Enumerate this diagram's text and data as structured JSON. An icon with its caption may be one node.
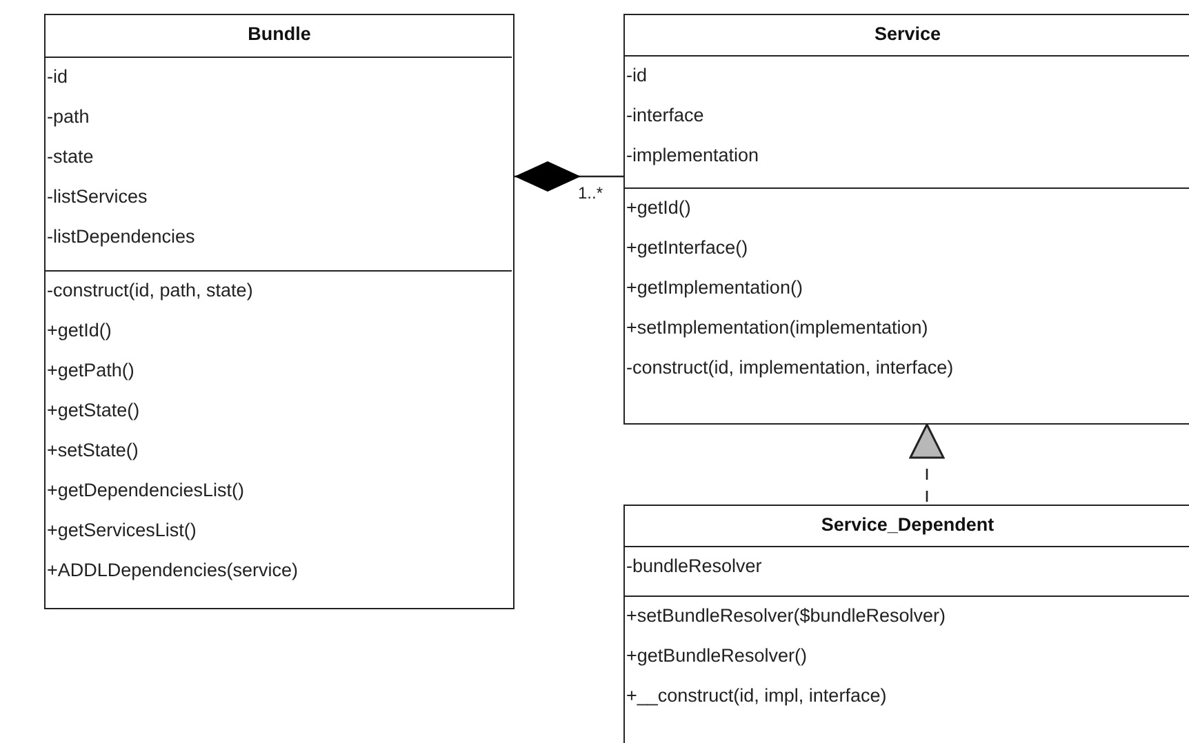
{
  "diagram": {
    "nodes": [
      {
        "text": [
          "Bundle"
        ]
      },
      {
        "text": [
          "-id",
          "-path",
          "-state",
          "-listServices",
          "-listDependencies"
        ],
        "in": 0
      },
      {
        "text": [
          "-construct(id, path, state)",
          "+getId()",
          "+getPath()",
          "+getState()",
          "+setState()",
          "+getDependenciesList()",
          "+getServicesList()",
          "+ADDLDependencies(service)"
        ],
        "in": 0
      },
      {
        "text": [
          "Service"
        ]
      },
      {
        "text": [
          "-id",
          "-interface",
          "-implementation"
        ],
        "in": 3
      },
      {
        "text": [
          "+getId()",
          "+getInterface()",
          "+getImplementation()",
          "+setImplementation(implementation)",
          "-construct(id, implementation, interface)"
        ],
        "in": 3
      },
      {
        "text": [
          "Service_Dependent"
        ]
      },
      {
        "text": [
          "-bundleResolver"
        ],
        "in": 6
      },
      {
        "text": [
          "+setBundleResolver($bundleResolver)",
          "+getBundleResolver()",
          "+__construct(id, impl, interface)"
        ],
        "in": 6
      }
    ],
    "edges": [
      {
        "from": 0,
        "to": 3,
        "arrow": "other",
        "label": "1..*"
      },
      {
        "from": 6,
        "to": 3,
        "arrow": "to",
        "style": "dashed"
      }
    ]
  }
}
